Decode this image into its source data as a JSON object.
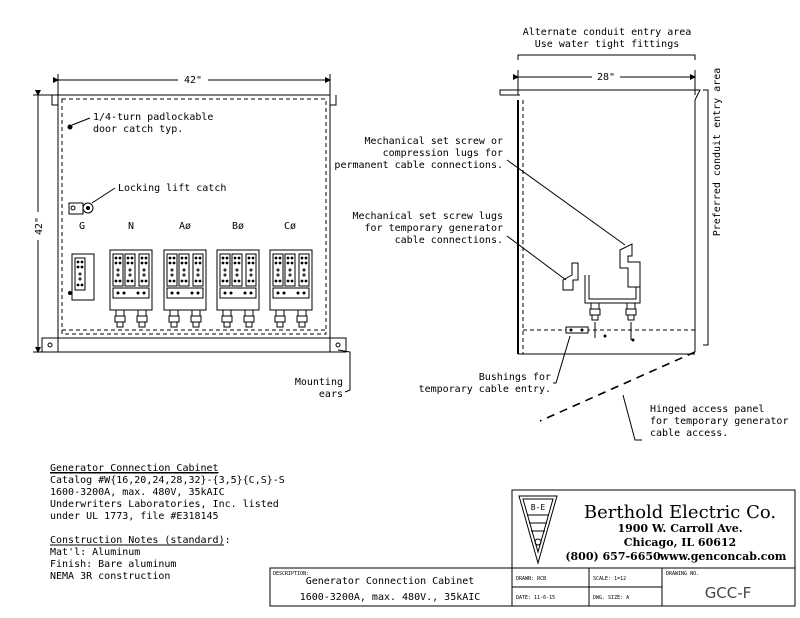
{
  "front_view": {
    "width_dim": "42\"",
    "height_dim": "42\"",
    "note_catch": [
      "1/4-turn padlockable",
      "door catch typ."
    ],
    "note_lift": "Locking lift catch",
    "terminals": [
      "G",
      "N",
      "Aø",
      "Bø",
      "Cø"
    ],
    "mounting_ears": [
      "Mounting",
      "ears"
    ]
  },
  "side_view": {
    "depth_dim": "28\"",
    "alt_entry": [
      "Alternate conduit entry area",
      "Use water tight fittings"
    ],
    "pref_entry": "Preferred conduit entry area",
    "note_perm": [
      "Mechanical set screw or",
      "compression lugs for",
      "permanent cable connections."
    ],
    "note_temp": [
      "Mechanical set screw lugs",
      "for temporary generator",
      "cable connections."
    ],
    "bushings": [
      "Bushings for",
      "temporary cable entry."
    ],
    "hinged": [
      "Hinged access panel",
      "for temporary generator",
      "cable access."
    ]
  },
  "spec": {
    "title": "Generator Connection Cabinet",
    "lines": [
      "Catalog #W{16,20,24,28,32}-{3,5}{C,S}-S",
      "1600-3200A, max. 480V, 35kAIC",
      "Underwriters Laboratories, Inc. listed",
      "under UL 1773, file #E318145"
    ],
    "notes_title": "Construction Notes (standard):",
    "notes": [
      "Mat'l: Aluminum",
      "Finish: Bare aluminum",
      "NEMA 3R construction"
    ]
  },
  "title_block": {
    "logo_text": "B-E",
    "company": "Berthold Electric Co.",
    "address1": "1900 W. Carroll Ave.",
    "address2": "Chicago, IL 60612",
    "phone": "(800) 657-6650",
    "web": "www.genconcab.com",
    "description_label": "DESCRIPTION:",
    "description1": "Generator Connection Cabinet",
    "description2": "1600-3200A, max. 480V., 35kAIC",
    "drawn_label": "DRAWN: RCB",
    "scale_label": "SCALE: 1=12",
    "date_label": "DATE: 11-6-15",
    "dwg_size_label": "DWG. SIZE: A",
    "drawing_no_label": "DRAWING NO.",
    "drawing_no": "GCC-F"
  }
}
